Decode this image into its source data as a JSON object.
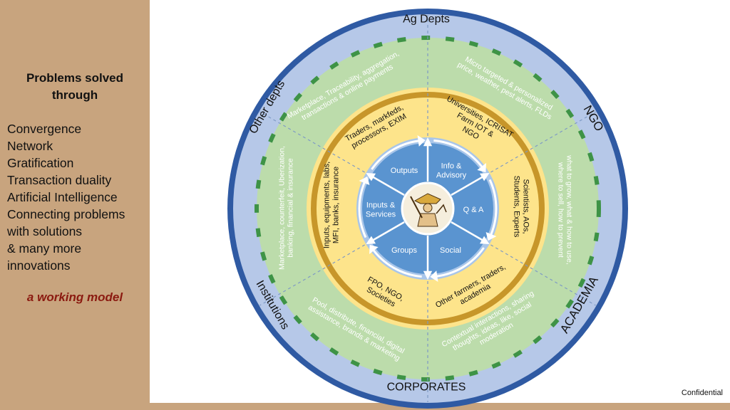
{
  "sidebar": {
    "title_line1": "Problems solved",
    "title_line2": "through",
    "items": [
      "Convergence",
      "Network",
      "Gratification",
      "Transaction duality",
      "Artificial Intelligence",
      "Connecting problems",
      "with solutions",
      "& many more",
      "innovations"
    ],
    "tagline": "a working model"
  },
  "footer": {
    "confidential": "Confidential"
  },
  "diagram": {
    "outer_labels": {
      "top": "Ag Depts",
      "top_right": "NGO",
      "bottom_right": "ACADEMIA",
      "bottom": "CORPORATES",
      "bottom_left": "Institutions",
      "top_left": "Other depts"
    },
    "green_ring": {
      "top_right": [
        "Micro targeted & personalized",
        "price, weather, pest alerts, FLDs"
      ],
      "right": [
        "what to grow, what & how to use,",
        "where to sell, how to prevent"
      ],
      "bottom_right": [
        "Contextual interactions, sharing",
        "thoughts, ideas, like, social",
        "moderation"
      ],
      "bottom_left": [
        "Pool, distribute, financial, digital",
        "assistance, brands & marketing"
      ],
      "left": [
        "Marketplace, counterfeit, Uberization,",
        "banking, financial & insurance"
      ],
      "top_left": [
        "Marketplace, Traceability, aggregation,",
        "transactions & online payments"
      ]
    },
    "yellow_ring": {
      "top_left": [
        "Traders, markfeds,",
        "processors, EXIM"
      ],
      "top_right": [
        "Universities, ICRISAT",
        "Farm IOT &",
        "NGO"
      ],
      "right": [
        "Scientists, AOs,",
        "Students, Experts"
      ],
      "bottom_right": [
        "Other farmers, traders,",
        "academia"
      ],
      "bottom_left": [
        "FPO, NGO,",
        "Societies"
      ],
      "left": [
        "Inputs, equipments, labs,",
        "MFI, banks, insurance"
      ]
    },
    "blue_core": {
      "top_left": [
        "Outputs"
      ],
      "top_right": [
        "Info &",
        "Advisory"
      ],
      "right": [
        "Q & A"
      ],
      "bottom_right": [
        "Social"
      ],
      "bottom_left": [
        "Groups"
      ],
      "left": [
        "Inputs &",
        "Services"
      ]
    },
    "colors": {
      "outer_ring": "#2f5aa3",
      "outer_band": "#b6c8e8",
      "green_band": "#bcdcab",
      "green_dash": "#3e9346",
      "yellow_band": "#fde48b",
      "yellow_border": "#c7962a",
      "core_blue": "#5a94d0",
      "core_border": "#a9c6ea"
    },
    "center_icon": "farmer-drawing-icon"
  }
}
